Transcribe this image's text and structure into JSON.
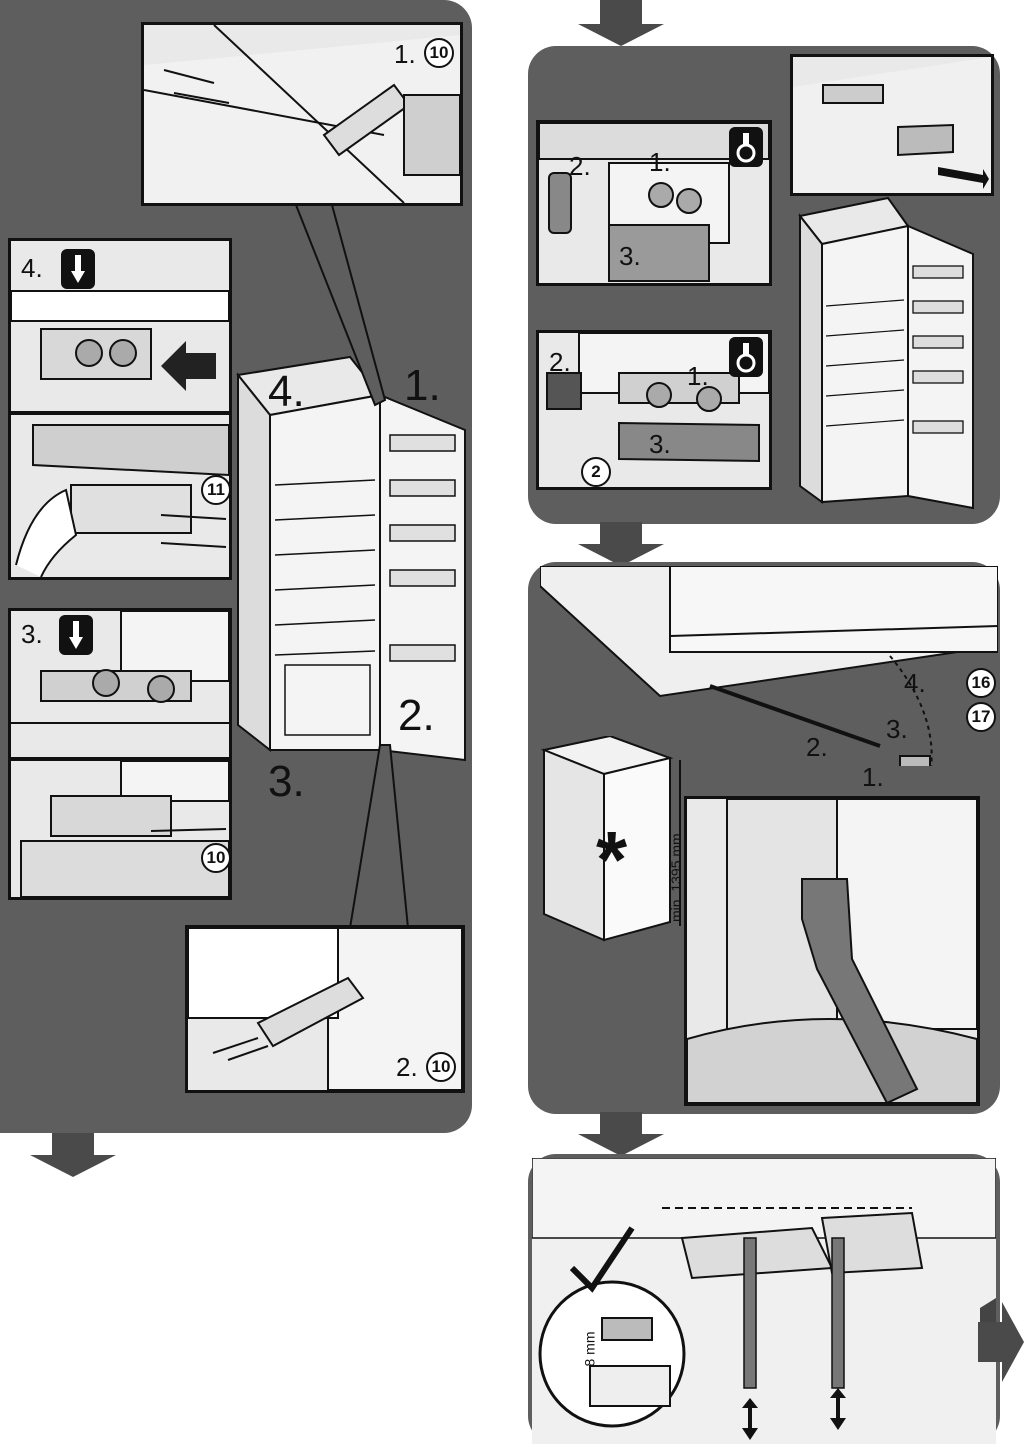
{
  "left_panel": {
    "main_labels": [
      "1.",
      "2.",
      "3.",
      "4."
    ],
    "detail_top": {
      "step": "1.",
      "part_no": "10"
    },
    "detail_hinge_top_left": {
      "step": "4."
    },
    "detail_screws": {
      "part_no": "11"
    },
    "detail_hinge_bottom_left": {
      "step": "3."
    },
    "detail_bottom_screw": {
      "part_no": "10"
    },
    "detail_bottom_hinge": {
      "step": "2.",
      "part_no": "10"
    }
  },
  "right_top_panel": {
    "detail_upper": {
      "steps": [
        "1.",
        "2.",
        "3."
      ]
    },
    "detail_lower": {
      "steps": [
        "1.",
        "2.",
        "3."
      ],
      "part_no": "2"
    }
  },
  "right_mid_panel": {
    "steps": [
      "1.",
      "2.",
      "3.",
      "4."
    ],
    "part_nos": [
      "16",
      "17"
    ],
    "dimension": "min. 1395 mm",
    "asterisk": "*"
  },
  "right_bottom_panel": {
    "dimension": "8 mm"
  },
  "colors": {
    "panel": "#5e5e5e",
    "frame_bg": "#e9e9e9",
    "stroke": "#111111"
  }
}
